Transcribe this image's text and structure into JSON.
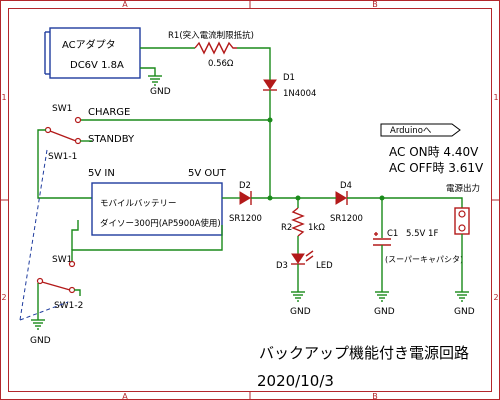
{
  "frame": {
    "col_a_top": "A",
    "col_b_top": "B",
    "col_a_bottom": "A",
    "col_b_bottom": "B",
    "row_1_left": "1",
    "row_1_right": "1",
    "row_2_left": "2",
    "row_2_right": "2"
  },
  "ac_adapter": {
    "name": "ACアダプタ",
    "rating": "DC6V 1.8A"
  },
  "r1": {
    "name": "R1(突入電流制限抵抗)",
    "value": "0.56Ω"
  },
  "d1": {
    "name": "D1",
    "part": "1N4004"
  },
  "sw1_top": {
    "name": "SW1",
    "label": "CHARGE"
  },
  "sw1_1": {
    "name": "SW1-1",
    "label": "STANDBY"
  },
  "battery": {
    "in_label": "5V IN",
    "out_label": "5V OUT",
    "name": "モバイルバッテリー",
    "model": "ダイソー300円(AP5900A使用)"
  },
  "d2": {
    "name": "D2",
    "part": "SR1200"
  },
  "r2": {
    "name": "R2",
    "value": "1kΩ"
  },
  "d3": {
    "name": "D3",
    "part": "LED"
  },
  "d4": {
    "name": "D4",
    "part": "SR1200"
  },
  "c1": {
    "name": "C1",
    "value": "5.5V 1F",
    "note": "(スーパーキャパシタ)"
  },
  "output": {
    "label": "電源出力"
  },
  "arduino": {
    "label": "Arduinoへ"
  },
  "voltages": {
    "ac_on": "AC ON時 4.40V",
    "ac_off": "AC OFF時 3.61V"
  },
  "sw1_bottom": {
    "name": "SW1",
    "sub": "SW1-2"
  },
  "gnd_label": "GND",
  "title": {
    "text": "バックアップ機能付き電源回路",
    "date": "2020/10/3"
  }
}
